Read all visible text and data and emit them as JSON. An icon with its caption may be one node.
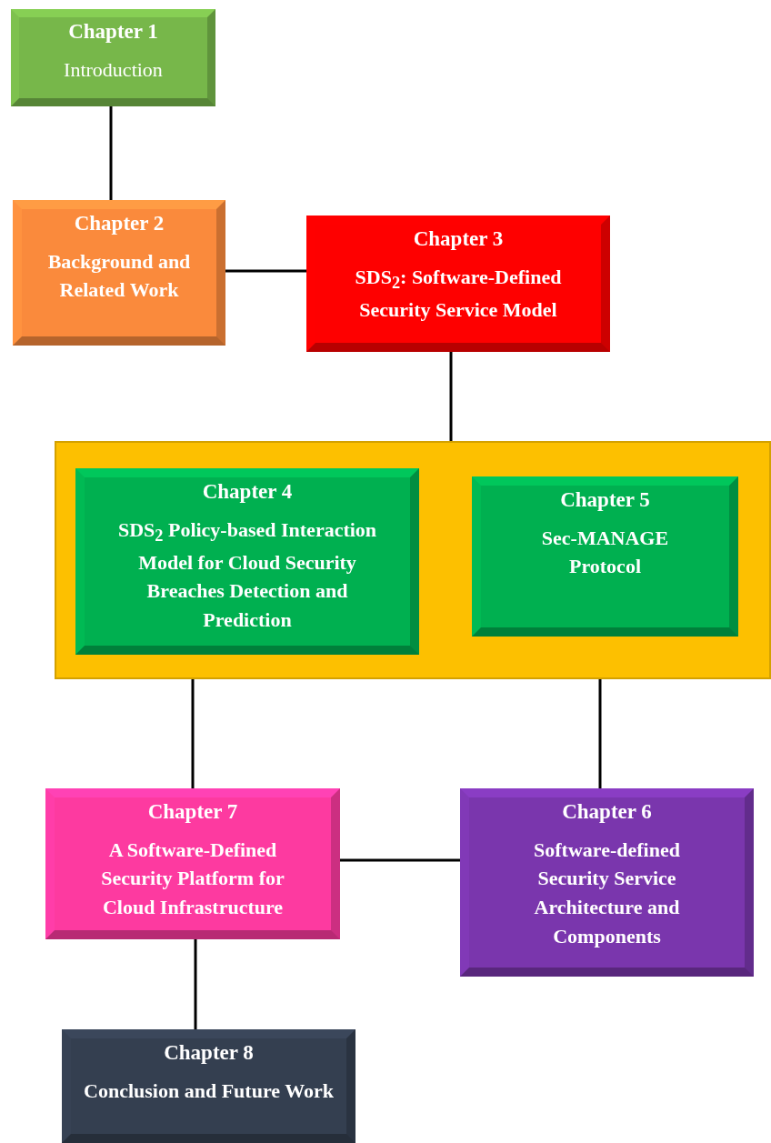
{
  "diagram": {
    "nodes": [
      {
        "text": [
          "Chapter 1",
          "Introduction"
        ]
      },
      {
        "text": [
          "Chapter 2",
          "Background and Related Work"
        ]
      },
      {
        "text": [
          "Chapter 3",
          "SDS$_{2}$: Software-Defined Security Service Model"
        ]
      },
      {
        "text": [],
        "shape": "box"
      },
      {
        "text": [
          "Chapter 4",
          "SDS$_{2}$ Policy-based Interaction Model for Cloud Security Breaches Detection and Prediction"
        ],
        "in": 3
      },
      {
        "text": [
          "Chapter 5",
          "Sec-MANAGE Protocol"
        ],
        "in": 3
      },
      {
        "text": [
          "Chapter 7",
          "A Software-Defined Security Platform for Cloud Infrastructure"
        ]
      },
      {
        "text": [
          "Chapter 6",
          "Software-defined Security Service Architecture and Components"
        ]
      },
      {
        "text": [
          "Chapter 8",
          "Conclusion and Future Work"
        ]
      }
    ],
    "edges": [
      {
        "from": 0,
        "to": 1,
        "arrow": "none"
      },
      {
        "from": 1,
        "to": 2,
        "arrow": "none"
      },
      {
        "from": 2,
        "to": 3,
        "arrow": "none"
      },
      {
        "from": 3,
        "to": 6,
        "arrow": "none"
      },
      {
        "from": 3,
        "to": 7,
        "arrow": "none"
      },
      {
        "from": 6,
        "to": 7,
        "arrow": "none"
      },
      {
        "from": 6,
        "to": 8,
        "arrow": "none"
      }
    ]
  }
}
